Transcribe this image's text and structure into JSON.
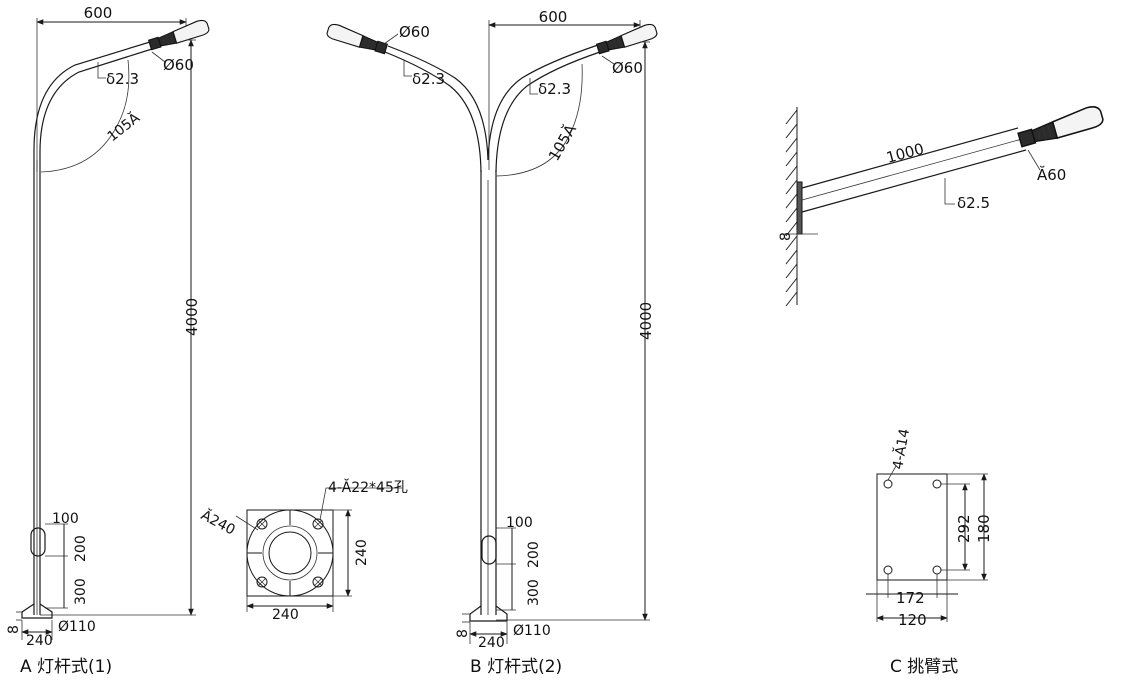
{
  "figures": {
    "a": {
      "arm_reach": "600",
      "wall_thickness": "δ2.3",
      "lamp_diameter": "Ø60",
      "arm_angle": "105Ă",
      "pole_height": "4000",
      "door_top": "100",
      "door_height": "200",
      "door_bottom": "300",
      "base_plate": "8",
      "base_width": "240",
      "pole_diameter": "Ø110",
      "caption": "A 灯杆式(1)"
    },
    "flange": {
      "holes_note": "4-Ă22*45孔",
      "circle_diameter": "Ă240",
      "side_length": "240",
      "width": "240"
    },
    "b": {
      "arm_reach": "600",
      "lamp_diameter_left": "Ø60",
      "lamp_diameter_right": "Ø60",
      "wall_thickness_left": "δ2.3",
      "wall_thickness_right": "δ2.3",
      "arm_angle": "105Ă",
      "pole_height": "4000",
      "door_top": "100",
      "door_height": "200",
      "door_bottom": "300",
      "base_plate": "8",
      "base_width": "240",
      "pole_diameter": "Ø110",
      "caption": "B 灯杆式(2)"
    },
    "c": {
      "arm_length": "1000",
      "lamp_diameter": "Ă60",
      "wall_thickness": "δ2.5",
      "plate_thickness": "8",
      "caption": "C 挑臂式"
    },
    "wall_plate": {
      "holes_note": "4-Ă14",
      "hole_spacing_v": "292",
      "plate_height": "180",
      "hole_spacing_h": "172",
      "plate_width": "120"
    }
  }
}
